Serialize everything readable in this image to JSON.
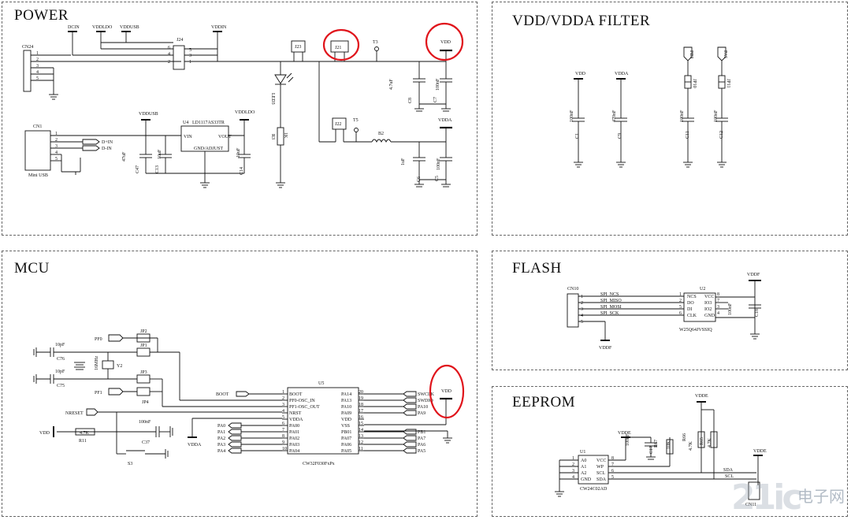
{
  "sections": {
    "power": "POWER",
    "filter": "VDD/VDDA FILTER",
    "mcu": "MCU",
    "flash": "FLASH",
    "eeprom": "EEPROM"
  },
  "power": {
    "cn24": "CN24",
    "dcin": "DCIN",
    "vddldo": "VDDLDO",
    "vddusb": "VDDUSB",
    "vddin": "VDDIN",
    "j24": "J24",
    "j23": "J23",
    "j21": "J21",
    "j22": "J22",
    "t3": "T3",
    "t5": "T5",
    "vdd": "VDD",
    "vdda": "VDDA",
    "led3": "LED3",
    "r3": "R3",
    "r3v": "1K",
    "b2": "B2",
    "c8": "C8",
    "c8v": "4.7uF",
    "c7": "C7",
    "c7v": "100nF",
    "c6": "C6",
    "c6v": "1uF",
    "c5": "C5",
    "c5v": "100nF",
    "cn1": "CN1",
    "miniusb": "Mini USB",
    "dp": "D+IN",
    "dm": "D-IN",
    "u4": "U4",
    "ldo": "LD1117AS33TR",
    "vin": "VIN",
    "vout": "VOUT",
    "gnd": "GND/ADJUST",
    "c47": "C47",
    "c47v": "47uF",
    "c13": "C13",
    "c13v": "10uF",
    "c14": "C14",
    "c14v": "10uF",
    "vddusb2": "VDDUSB",
    "vddldo2": "VDDLDO"
  },
  "filter": {
    "vdd": "VDD",
    "vdda": "VDDA",
    "pb3": "PB3",
    "pa5": "PA5",
    "c1": "C1",
    "c1v": "100nF",
    "c9": "C9",
    "c9v": "470nF",
    "c11": "C11",
    "c11v": "100nF",
    "c12": "C12",
    "c12v": "100nF",
    "jp10": "JP10",
    "jp11": "JP11"
  },
  "mcu": {
    "u5": "U5",
    "chip": "CW32F030FxPx",
    "left_pins": [
      "BOOT",
      "PF0-OSC_IN",
      "PF1-OSC_OUT",
      "NRST",
      "VDDA",
      "PA00",
      "PA01",
      "PA02",
      "PA03",
      "PA04"
    ],
    "left_nums": [
      "1",
      "2",
      "3",
      "4",
      "5",
      "6",
      "7",
      "8",
      "9",
      "10"
    ],
    "right_pins": [
      "PA14",
      "PA13",
      "PA10",
      "PA09",
      "VDD",
      "VSS",
      "PB01",
      "PA07",
      "PA06",
      "PA05"
    ],
    "right_nums": [
      "20",
      "19",
      "18",
      "17",
      "16",
      "15",
      "14",
      "13",
      "12",
      "11"
    ],
    "left_nets": [
      "BOOT",
      "",
      "",
      "NRESET",
      "",
      "PA0",
      "PA1",
      "PA2",
      "PA3",
      "PA4"
    ],
    "right_nets": [
      "SWCLK",
      "SWDIO",
      "PA10",
      "PA9",
      "",
      "",
      "PB1",
      "PA7",
      "PA6",
      "PA5"
    ],
    "pf0": "PF0",
    "pf1": "PF1",
    "jp2": "JP2",
    "jp1": "JP1",
    "jp3": "JP3",
    "jp4": "JP4",
    "c76": "C76",
    "c76v": "10pF",
    "c75": "C75",
    "c75v": "10pF",
    "y2": "Y2",
    "y2v": "16MHz",
    "nreset": "NRESET",
    "vdd": "VDD",
    "vdd2": "VDD",
    "vdda": "VDDA",
    "r11": "R11",
    "r11v": "4.7K",
    "c37": "C37",
    "c37v": "100nF",
    "s3": "S3"
  },
  "flash": {
    "cn10": "CN10",
    "u2": "U2",
    "chip": "W25Q64JVSSIQ",
    "vddf": "VDDF",
    "vddf2": "VDDF",
    "nets": [
      "SPI_NCS",
      "SPI_MISO",
      "SPI_MOSI",
      "SPI_SCK"
    ],
    "cn_nums": [
      "1",
      "2",
      "3",
      "4",
      "5"
    ],
    "left_pins": [
      "NCS",
      "DO",
      "DI",
      "CLK"
    ],
    "left_nums": [
      "1",
      "2",
      "5",
      "6"
    ],
    "right_pins": [
      "VCC",
      "IO3",
      "IO2",
      "GND"
    ],
    "right_nums": [
      "8",
      "7",
      "3",
      "4"
    ],
    "c18": "C18",
    "c18v": "100nF"
  },
  "eeprom": {
    "u1": "U1",
    "chip": "CW24C02AD",
    "left_pins": [
      "A0",
      "A1",
      "A2",
      "GND"
    ],
    "left_nums": [
      "1",
      "2",
      "3",
      "4"
    ],
    "right_pins": [
      "VCC",
      "WP",
      "SCL",
      "SDA"
    ],
    "right_nums": [
      "8",
      "7",
      "6",
      "5"
    ],
    "vdde1": "VDDE",
    "vdde2": "VDDE",
    "vdde3": "VDDE",
    "c17": "C17",
    "c17v": "100nF",
    "r67": "R67",
    "r67v": "10K",
    "r66": "R66",
    "r66v": "4.7K",
    "r65": "R65",
    "r65v": "4.7K",
    "sda": "SDA",
    "scl": "SCL",
    "cn11": "CN11"
  },
  "watermark": "电子网",
  "colors": {
    "ink": "#111111",
    "highlight": "#e0141b"
  }
}
